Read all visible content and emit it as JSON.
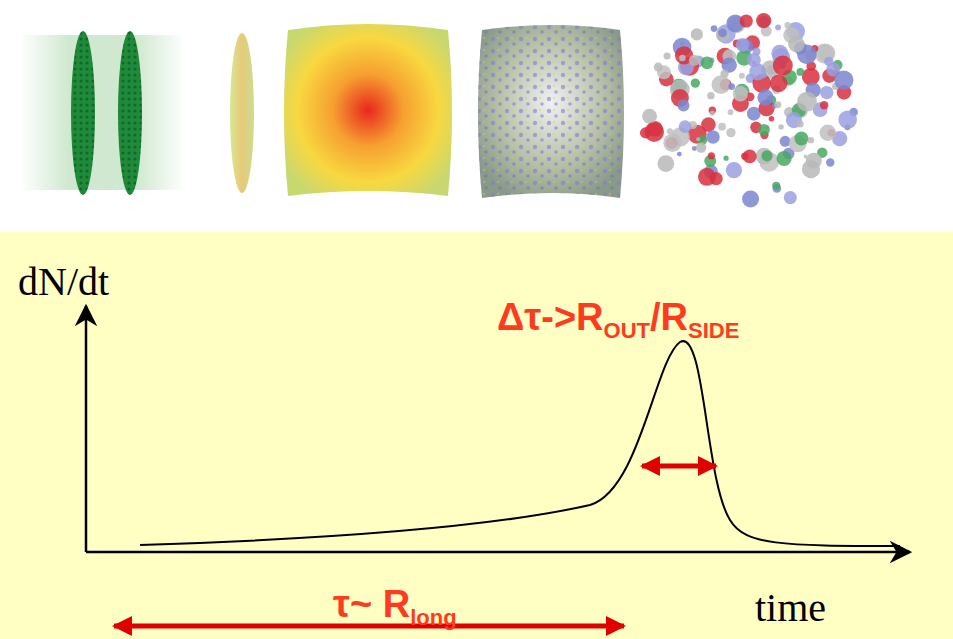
{
  "diagram": {
    "labels": [
      "dN/dt",
      "Δτ->R",
      "OUT",
      "/R",
      "SIDE",
      "τ~ R",
      "long",
      "time"
    ]
  }
}
